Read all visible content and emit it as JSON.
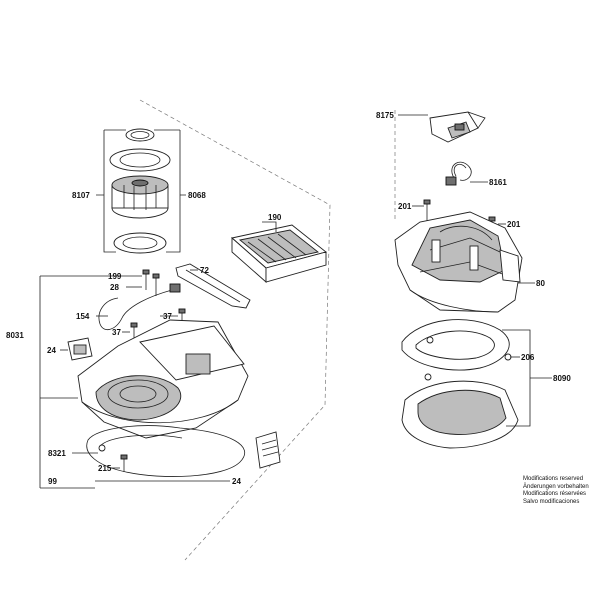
{
  "labels": {
    "p8175": "8175",
    "p8161": "8161",
    "p201a": "201",
    "p201b": "201",
    "p80": "80",
    "p206": "206",
    "p8090": "8090",
    "p8107": "8107",
    "p8068": "8068",
    "p190": "190",
    "p199": "199",
    "p72": "72",
    "p28": "28",
    "p8031": "8031",
    "p154": "154",
    "p37a": "37",
    "p37b": "37",
    "p24a": "24",
    "p8321": "8321",
    "p215": "215",
    "p99": "99",
    "p24b": "24"
  },
  "notes": [
    "Modifications reserved",
    "Änderungen vorbehalten",
    "Modifications réservées",
    "Salvo modificaciones"
  ]
}
